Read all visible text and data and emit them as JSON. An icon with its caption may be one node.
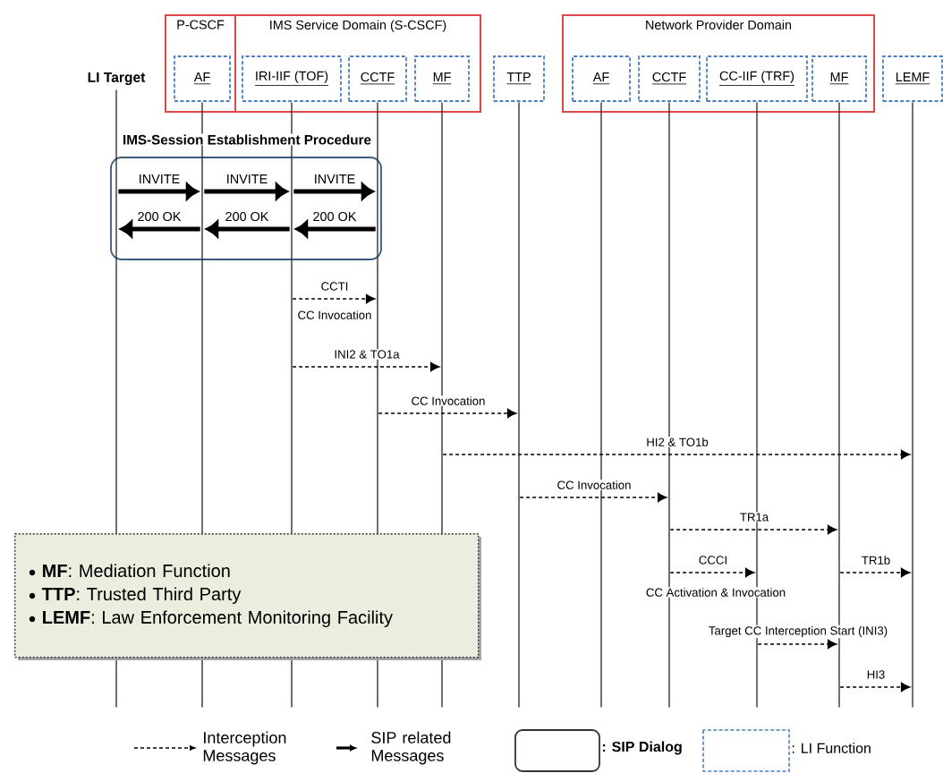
{
  "diagram": {
    "nodes": [
      {
        "text": [
          "LI Target"
        ]
      },
      {
        "text": [
          "P-CSCF"
        ]
      },
      {
        "text": [
          "AF"
        ],
        "in": 1
      },
      {
        "text": [
          "IMS Service Domain (S-CSCF)"
        ]
      },
      {
        "text": [
          "IRI-IIF (TOF)"
        ],
        "in": 3
      },
      {
        "text": [
          "CCTF"
        ],
        "in": 3
      },
      {
        "text": [
          "MF"
        ],
        "in": 3
      },
      {
        "text": [
          "TTP"
        ]
      },
      {
        "text": [
          "Network Provider Domain"
        ]
      },
      {
        "text": [
          "AF"
        ],
        "in": 8
      },
      {
        "text": [
          "CCTF"
        ],
        "in": 8
      },
      {
        "text": [
          "CC-IIF (TRF)"
        ],
        "in": 8
      },
      {
        "text": [
          "MF"
        ],
        "in": 8
      },
      {
        "text": [
          "LEMF"
        ]
      },
      {
        "text": [
          "**MF**: Mediation Function",
          "**TTP**: Trusted Third Party",
          "**LEMF**: Law Enforcement Monitoring Facility"
        ]
      },
      {
        "text": [],
        "shape": "line"
      },
      {
        "text": [],
        "shape": "line"
      },
      {
        "text": [],
        "shape": "line"
      },
      {
        "text": [],
        "shape": "line"
      },
      {
        "text": [],
        "shape": "line"
      },
      {
        "text": [],
        "shape": "line"
      },
      {
        "text": [],
        "shape": "line"
      },
      {
        "text": [],
        "shape": "line"
      },
      {
        "text": [],
        "shape": "line"
      },
      {
        "text": [],
        "shape": "line"
      },
      {
        "text": [],
        "shape": "line"
      }
    ],
    "edges": [
      {
        "from": 15,
        "to": 16,
        "arrow": "to",
        "label": "INVITE",
        "style": "thick"
      },
      {
        "from": 16,
        "to": 17,
        "arrow": "to",
        "label": "INVITE",
        "style": "thick"
      },
      {
        "from": 17,
        "to": 18,
        "arrow": "to",
        "label": "INVITE",
        "style": "thick"
      },
      {
        "from": 16,
        "to": 15,
        "arrow": "to",
        "label": "200 OK",
        "style": "thick"
      },
      {
        "from": 17,
        "to": 16,
        "arrow": "to",
        "label": "200 OK",
        "style": "thick"
      },
      {
        "from": 18,
        "to": 17,
        "arrow": "to",
        "label": "200 OK",
        "style": "thick"
      },
      {
        "from": 17,
        "to": 18,
        "arrow": "to",
        "label": "CCTI",
        "style": "dashed"
      },
      {
        "from": 17,
        "to": 19,
        "arrow": "to",
        "label": "INI2 & TO1a",
        "style": "dashed"
      },
      {
        "from": 18,
        "to": 20,
        "arrow": "to",
        "label": "CC Invocation",
        "style": "dashed"
      },
      {
        "from": 19,
        "to": 25,
        "arrow": "to",
        "label": "HI2 & TO1b",
        "style": "dashed"
      },
      {
        "from": 20,
        "to": 22,
        "arrow": "to",
        "label": "CC Invocation",
        "style": "dashed"
      },
      {
        "from": 22,
        "to": 24,
        "arrow": "to",
        "label": "TR1a",
        "style": "dashed"
      },
      {
        "from": 22,
        "to": 23,
        "arrow": "to",
        "label": "CCCI",
        "style": "dashed"
      },
      {
        "from": 24,
        "to": 25,
        "arrow": "to",
        "label": "TR1b",
        "style": "dashed"
      },
      {
        "from": 23,
        "to": 24,
        "arrow": "to",
        "label": "Target CC Interception Start (INI3)",
        "style": "dashed"
      },
      {
        "from": 24,
        "to": 25,
        "arrow": "to",
        "label": "HI3",
        "style": "dashed"
      }
    ],
    "labels": [
      "IMS-Session Establishment Procedure",
      "CC Invocation",
      "CC Activation & Invocation"
    ],
    "legend": [
      {
        "text": "Interception Messages"
      },
      {
        "text": "SIP related Messages"
      },
      {
        "text": ": SIP Dialog"
      },
      {
        "text": ": LI Function"
      }
    ]
  }
}
